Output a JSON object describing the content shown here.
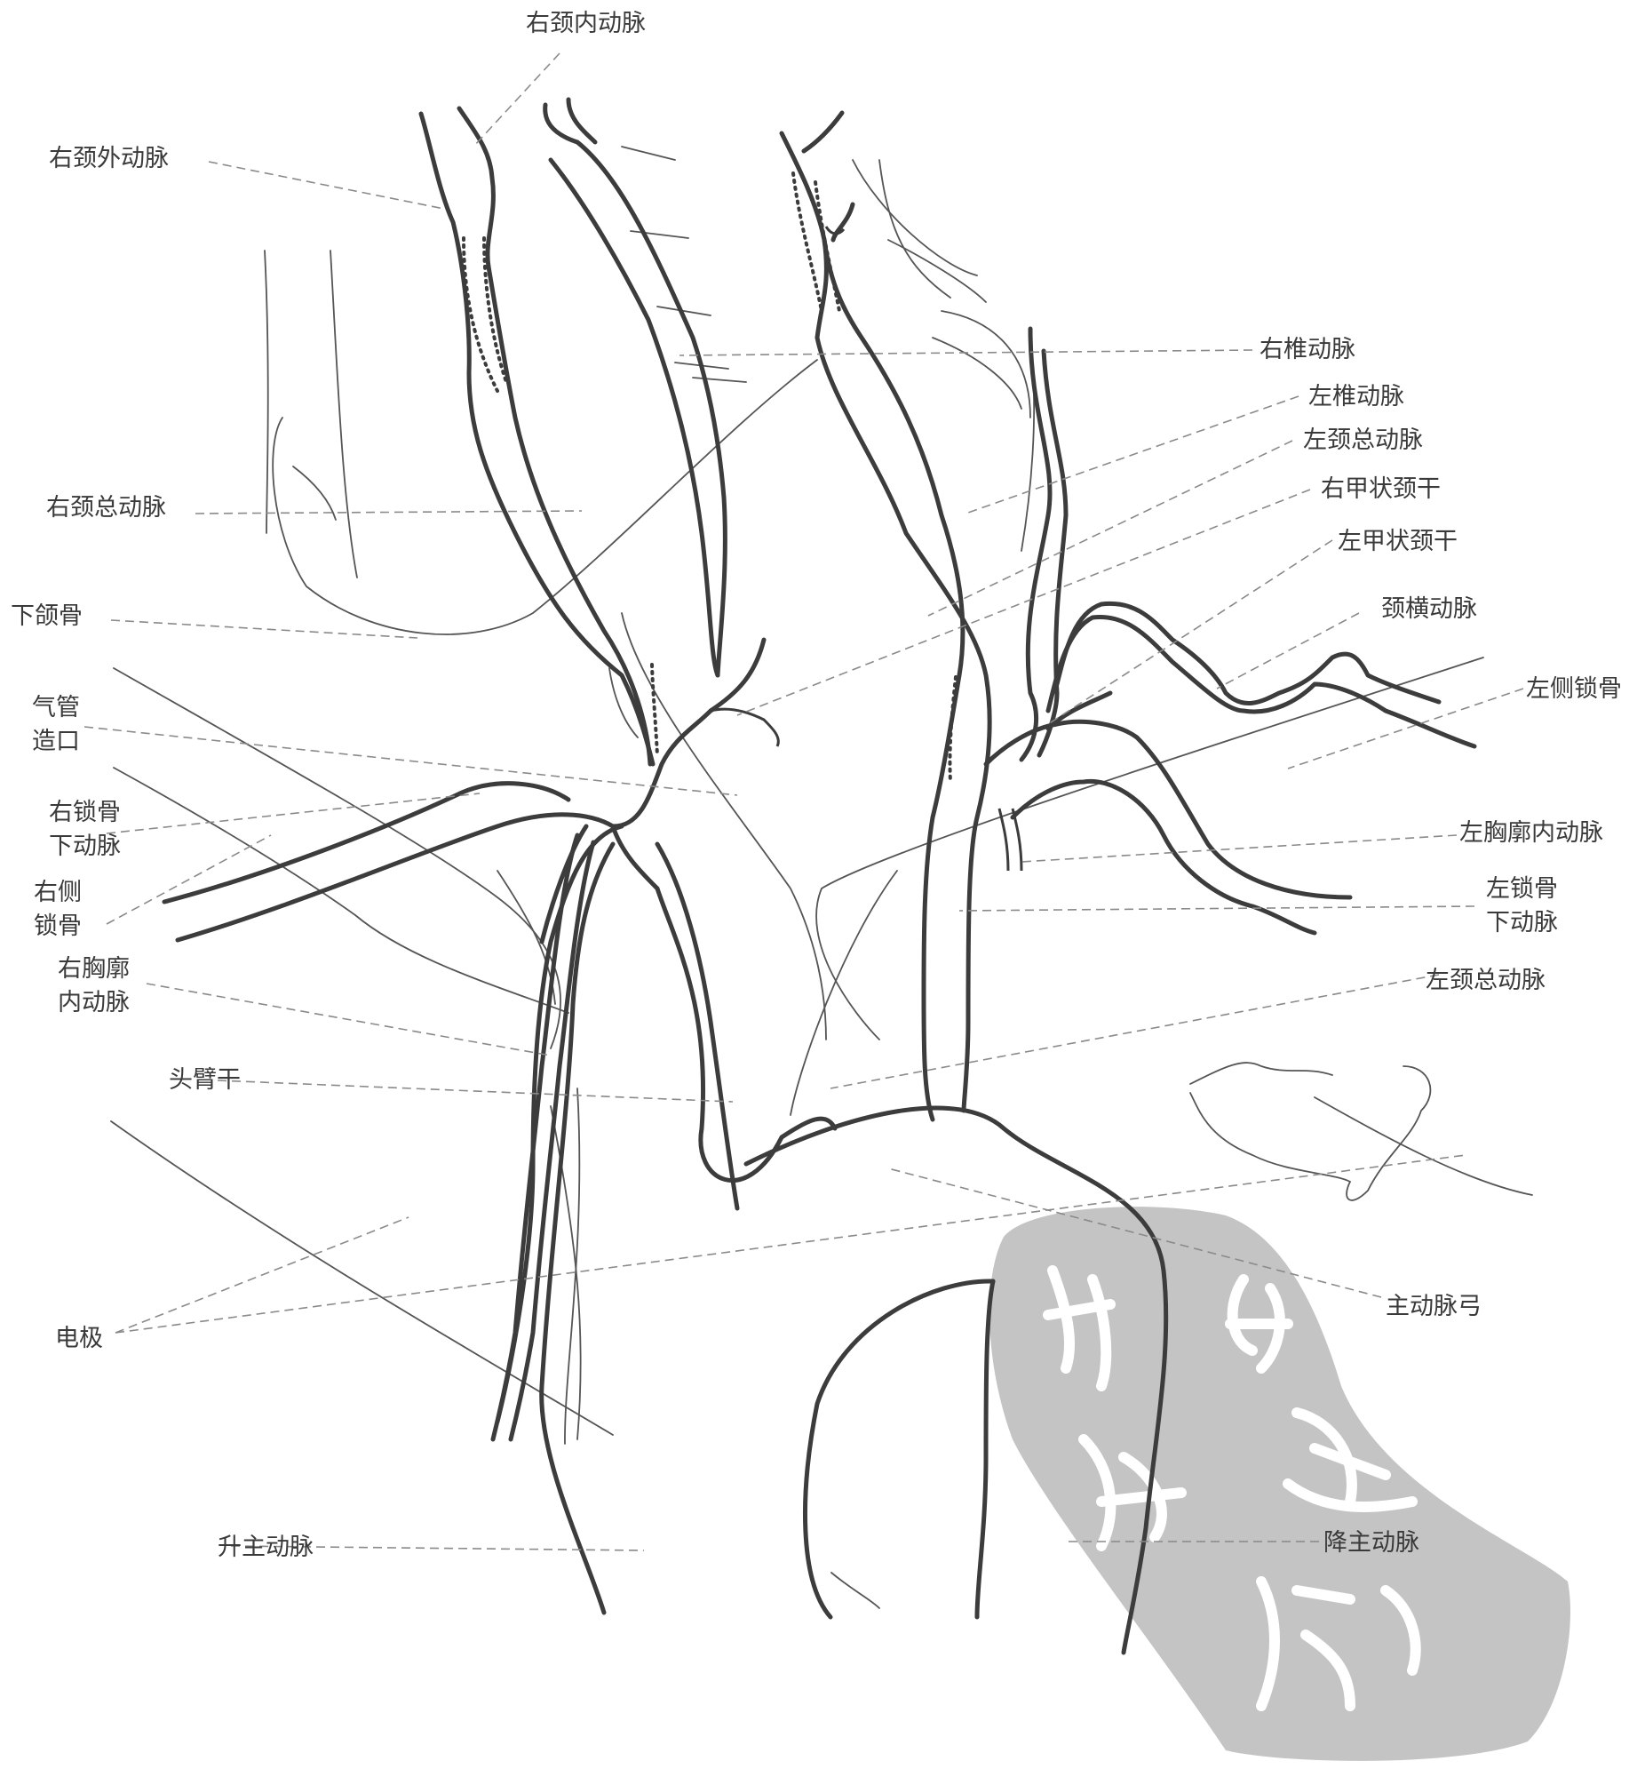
{
  "labels": {
    "right_internal_carotid": "右颈内动脉",
    "right_external_carotid": "右颈外动脉",
    "right_vertebral": "右椎动脉",
    "left_vertebral": "左椎动脉",
    "left_common_carotid_upper": "左颈总动脉",
    "right_thyrocervical": "右甲状颈干",
    "left_thyrocervical": "左甲状颈干",
    "transverse_cervical": "颈横动脉",
    "left_clavicle": "左侧锁骨",
    "right_common_carotid": "右颈总动脉",
    "mandible": "下颌骨",
    "tracheostomy_line1": "气管",
    "tracheostomy_line2": "造口",
    "right_subclavian_line1": "右锁骨",
    "right_subclavian_line2": "下动脉",
    "right_clavicle_line1": "右侧",
    "right_clavicle_line2": "锁骨",
    "right_internal_thoracic_line1": "右胸廓",
    "right_internal_thoracic_line2": "内动脉",
    "brachiocephalic_trunk": "头臂干",
    "left_internal_thoracic": "左胸廓内动脉",
    "left_subclavian_line1": "左锁骨",
    "left_subclavian_line2": "下动脉",
    "left_common_carotid_lower": "左颈总动脉",
    "electrode": "电极",
    "aortic_arch": "主动脉弓",
    "ascending_aorta": "升主动脉",
    "descending_aorta": "降主动脉"
  },
  "colors": {
    "vessel": "#3c3c3c",
    "fine_line": "#555555",
    "leader": "#8a8a8a",
    "label_text": "#3a3a3a",
    "seal_bg": "#c4c4c4",
    "seal_glyph": "#ffffff"
  },
  "watermark": {
    "type": "seal-stamp",
    "text": "新华大学专用"
  }
}
